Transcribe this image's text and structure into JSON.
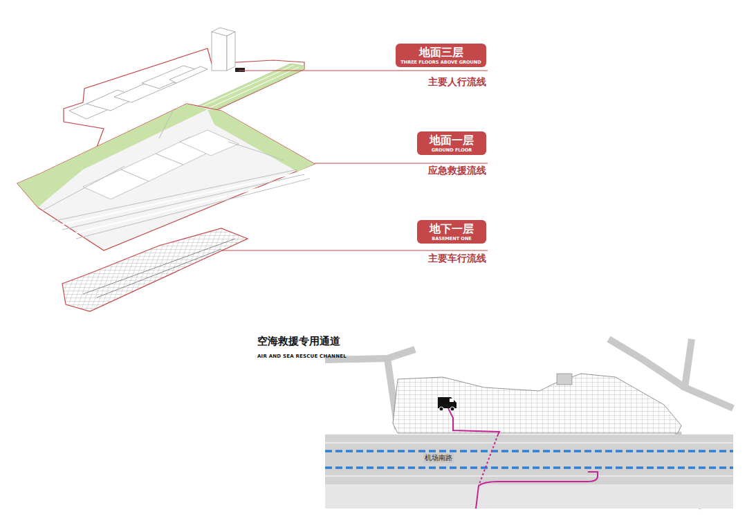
{
  "diagram": {
    "nodes": [
      {
        "text": [
          "地面三层",
          "THREE FLOORS ABOVE GROUND"
        ]
      },
      {
        "text": [
          "地面一层",
          "GROUND FLOOR"
        ]
      },
      {
        "text": [
          "地下一层",
          "BASEMENT ONE"
        ]
      }
    ],
    "labels": [
      "主要人行流线",
      "应急救援流线",
      "主要车行流线",
      "空海救援专用通道",
      "AIR AND SEA RESCUE CHANNEL",
      "机场南路"
    ]
  }
}
